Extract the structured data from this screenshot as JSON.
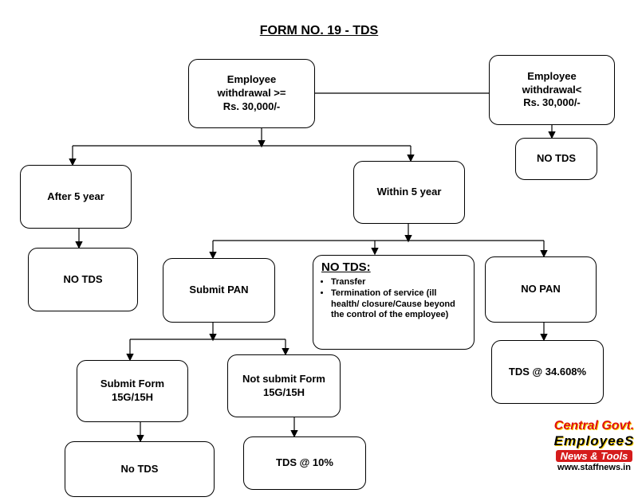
{
  "title": "FORM NO. 19 - TDS",
  "nodes": {
    "ge30k": "Employee\nwithdrawal >=\nRs. 30,000/-",
    "lt30k": "Employee\nwithdrawal<\nRs. 30,000/-",
    "no_tds_right": "NO TDS",
    "after5": "After 5 year",
    "within5": "Within 5 year",
    "no_tds_after5": "NO TDS",
    "submit_pan": "Submit PAN",
    "no_pan": "NO PAN",
    "submit_form": "Submit Form\n15G/15H",
    "not_submit_form": "Not submit Form\n15G/15H",
    "tds_pan": "TDS @ 34.608%",
    "no_tds_form": "No TDS",
    "tds_10": "TDS @ 10%"
  },
  "exempt": {
    "heading": "NO TDS:",
    "items": [
      "Transfer",
      "Termination of service (ill health/ closure/Cause beyond the control of the employee)"
    ]
  },
  "watermark": {
    "line1": "Central Govt.",
    "line2": "EmployeeS",
    "line3": "News & Tools",
    "line4": "www.staffnews.in"
  }
}
